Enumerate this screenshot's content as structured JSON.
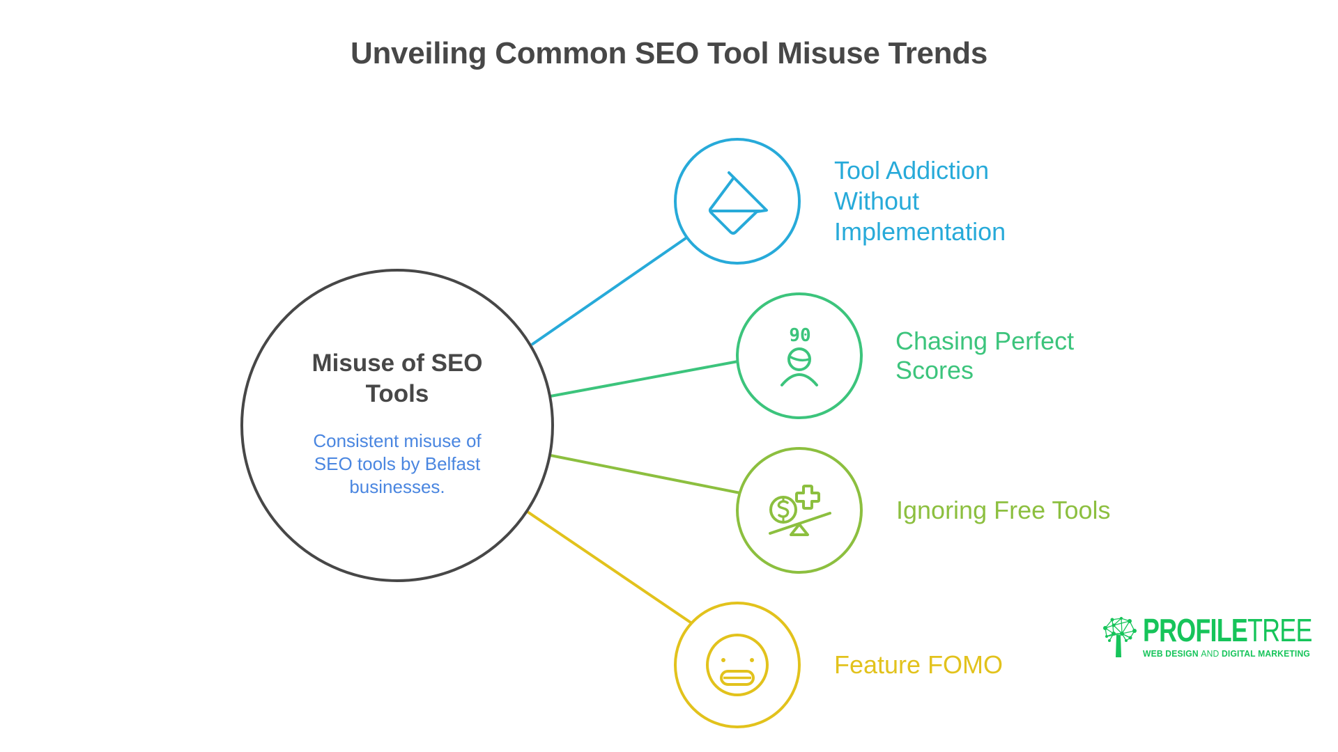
{
  "title": "Unveiling Common SEO Tool Misuse Trends",
  "center": {
    "title_line1": "Misuse of SEO",
    "title_line2": "Tools",
    "description_lines": [
      "Consistent misuse of",
      "SEO tools by Belfast",
      "businesses."
    ],
    "stroke_color": "#474747",
    "title_color": "#474747",
    "description_color": "#4a86e0"
  },
  "items": [
    {
      "lines": [
        "Tool Addiction",
        "Without",
        "Implementation"
      ],
      "icon": "paint-bucket-icon",
      "color": "#27aad9"
    },
    {
      "lines": [
        "Chasing Perfect",
        "Scores"
      ],
      "icon": "score-person-icon",
      "icon_text": "90",
      "color": "#3cc47c"
    },
    {
      "lines": [
        "Ignoring Free Tools"
      ],
      "icon": "money-vs-plus-seesaw-icon",
      "color": "#8cbf3f"
    },
    {
      "lines": [
        "Feature FOMO"
      ],
      "icon": "grimace-face-icon",
      "color": "#e2c21c"
    }
  ],
  "logo": {
    "word_bold": "PROFILE",
    "word_thin": "TREE",
    "tag_part1": "WEB DESIGN ",
    "tag_part2": "AND",
    "tag_part3": " DIGITAL MARKETING",
    "color": "#16c45a"
  }
}
